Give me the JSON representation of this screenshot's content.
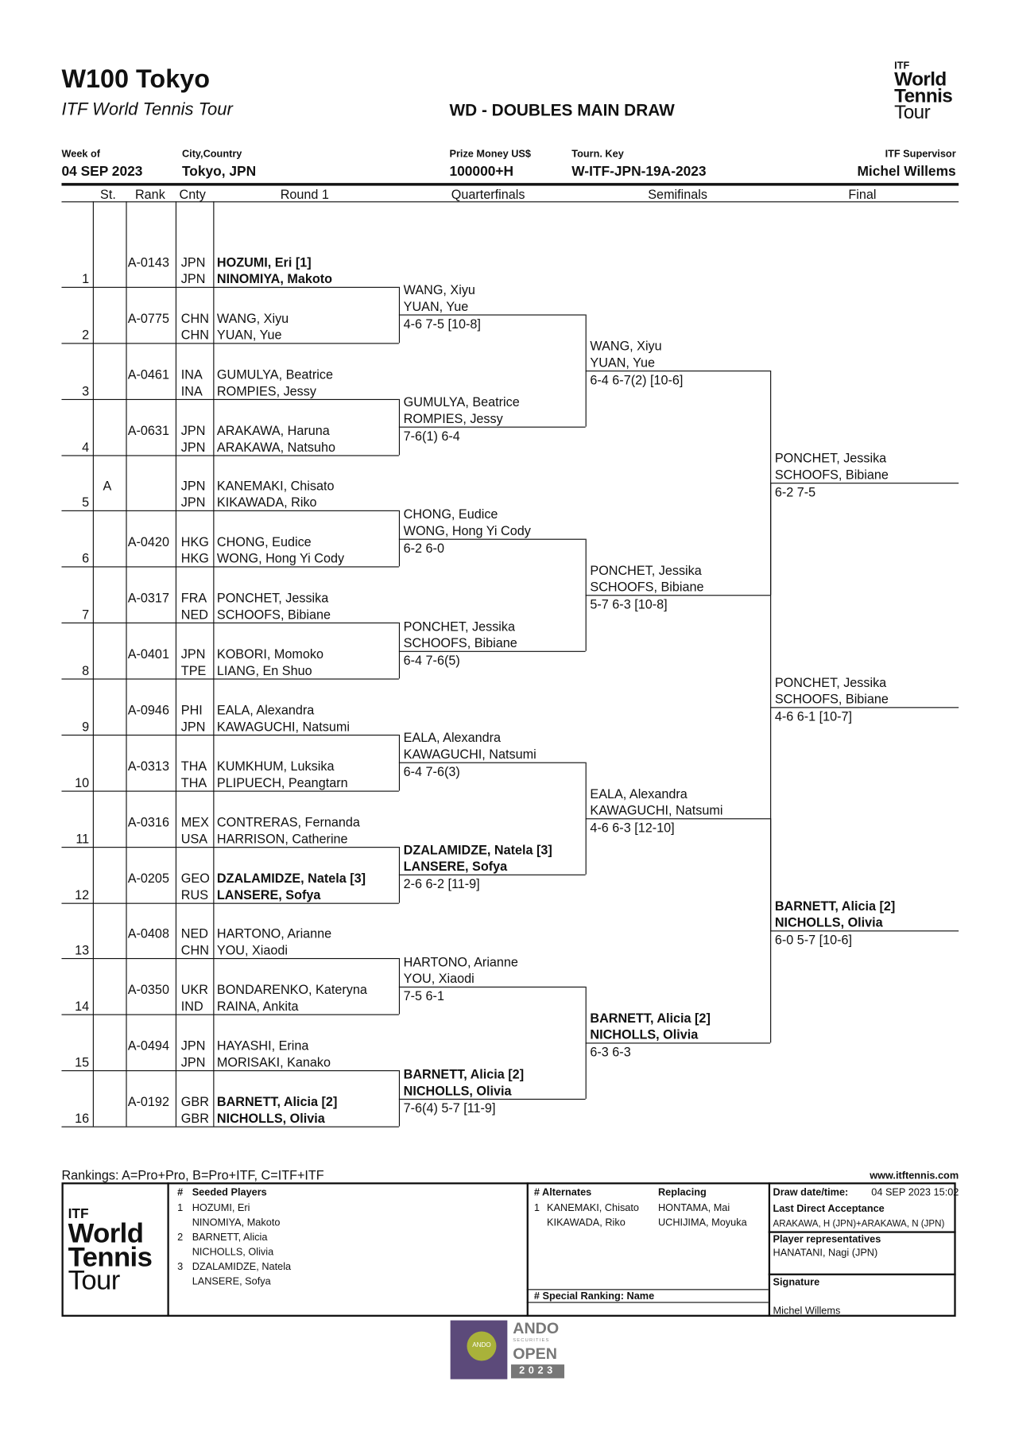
{
  "header": {
    "title": "W100 Tokyo",
    "subtitle": "ITF World Tennis Tour",
    "draw_title": "WD - DOUBLES MAIN DRAW",
    "logo": {
      "itf": "ITF",
      "line1": "World",
      "line2": "Tennis",
      "line3": "Tour"
    },
    "info": [
      {
        "label": "Week of",
        "value": "04 SEP 2023"
      },
      {
        "label": "City,Country",
        "value": "Tokyo, JPN"
      },
      {
        "label": "Prize Money US$",
        "value": "100000+H"
      },
      {
        "label": "Tourn. Key",
        "value": "W-ITF-JPN-19A-2023"
      },
      {
        "label": "ITF Supervisor",
        "value": "Michel Willems"
      }
    ],
    "columns": {
      "st": "St.",
      "rank": "Rank",
      "cnty": "Cnty",
      "r1": "Round 1",
      "qf": "Quarterfinals",
      "sf": "Semifinals",
      "f": "Final"
    }
  },
  "draw": {
    "round1": [
      {
        "no": "1",
        "st": "",
        "rank": "A-0143",
        "c1": "JPN",
        "c2": "JPN",
        "p1": "HOZUMI, Eri [1]",
        "p2": "NINOMIYA, Makoto",
        "bold": true
      },
      {
        "no": "2",
        "st": "",
        "rank": "A-0775",
        "c1": "CHN",
        "c2": "CHN",
        "p1": "WANG, Xiyu",
        "p2": "YUAN, Yue"
      },
      {
        "no": "3",
        "st": "",
        "rank": "A-0461",
        "c1": "INA",
        "c2": "INA",
        "p1": "GUMULYA, Beatrice",
        "p2": "ROMPIES, Jessy"
      },
      {
        "no": "4",
        "st": "",
        "rank": "A-0631",
        "c1": "JPN",
        "c2": "JPN",
        "p1": "ARAKAWA, Haruna",
        "p2": "ARAKAWA, Natsuho"
      },
      {
        "no": "5",
        "st": "A",
        "rank": "",
        "c1": "JPN",
        "c2": "JPN",
        "p1": "KANEMAKI, Chisato",
        "p2": "KIKAWADA, Riko"
      },
      {
        "no": "6",
        "st": "",
        "rank": "A-0420",
        "c1": "HKG",
        "c2": "HKG",
        "p1": "CHONG, Eudice",
        "p2": "WONG, Hong Yi Cody"
      },
      {
        "no": "7",
        "st": "",
        "rank": "A-0317",
        "c1": "FRA",
        "c2": "NED",
        "p1": "PONCHET, Jessika",
        "p2": "SCHOOFS, Bibiane"
      },
      {
        "no": "8",
        "st": "",
        "rank": "A-0401",
        "c1": "JPN",
        "c2": "TPE",
        "p1": "KOBORI, Momoko",
        "p2": "LIANG, En Shuo"
      },
      {
        "no": "9",
        "st": "",
        "rank": "A-0946",
        "c1": "PHI",
        "c2": "JPN",
        "p1": "EALA, Alexandra",
        "p2": "KAWAGUCHI, Natsumi"
      },
      {
        "no": "10",
        "st": "",
        "rank": "A-0313",
        "c1": "THA",
        "c2": "THA",
        "p1": "KUMKHUM, Luksika",
        "p2": "PLIPUECH, Peangtarn"
      },
      {
        "no": "11",
        "st": "",
        "rank": "A-0316",
        "c1": "MEX",
        "c2": "USA",
        "p1": "CONTRERAS, Fernanda",
        "p2": "HARRISON, Catherine"
      },
      {
        "no": "12",
        "st": "",
        "rank": "A-0205",
        "c1": "GEO",
        "c2": "RUS",
        "p1": "DZALAMIDZE, Natela [3]",
        "p2": "LANSERE, Sofya",
        "bold": true
      },
      {
        "no": "13",
        "st": "",
        "rank": "A-0408",
        "c1": "NED",
        "c2": "CHN",
        "p1": "HARTONO, Arianne",
        "p2": "YOU, Xiaodi"
      },
      {
        "no": "14",
        "st": "",
        "rank": "A-0350",
        "c1": "UKR",
        "c2": "IND",
        "p1": "BONDARENKO, Kateryna",
        "p2": "RAINA, Ankita"
      },
      {
        "no": "15",
        "st": "",
        "rank": "A-0494",
        "c1": "JPN",
        "c2": "JPN",
        "p1": "HAYASHI, Erina",
        "p2": "MORISAKI, Kanako"
      },
      {
        "no": "16",
        "st": "",
        "rank": "A-0192",
        "c1": "GBR",
        "c2": "GBR",
        "p1": "BARNETT, Alicia [2]",
        "p2": "NICHOLLS, Olivia",
        "bold": true
      }
    ],
    "quarterfinals": [
      {
        "p1": "WANG, Xiyu",
        "p2": "YUAN, Yue",
        "score": "4-6 7-5 [10-8]"
      },
      {
        "p1": "GUMULYA, Beatrice",
        "p2": "ROMPIES, Jessy",
        "score": "7-6(1) 6-4"
      },
      {
        "p1": "CHONG, Eudice",
        "p2": "WONG, Hong Yi Cody",
        "score": "6-2 6-0"
      },
      {
        "p1": "PONCHET, Jessika",
        "p2": "SCHOOFS, Bibiane",
        "score": "6-4 7-6(5)"
      },
      {
        "p1": "EALA, Alexandra",
        "p2": "KAWAGUCHI, Natsumi",
        "score": "6-4 7-6(3)"
      },
      {
        "p1": "DZALAMIDZE, Natela [3]",
        "p2": "LANSERE, Sofya",
        "score": "2-6 6-2 [11-9]",
        "bold": true
      },
      {
        "p1": "HARTONO, Arianne",
        "p2": "YOU, Xiaodi",
        "score": "7-5 6-1"
      },
      {
        "p1": "BARNETT, Alicia [2]",
        "p2": "NICHOLLS, Olivia",
        "score": "7-6(4) 5-7 [11-9]",
        "bold": true
      }
    ],
    "semifinals": [
      {
        "p1": "WANG, Xiyu",
        "p2": "YUAN, Yue",
        "score": "6-4 6-7(2) [10-6]"
      },
      {
        "p1": "PONCHET, Jessika",
        "p2": "SCHOOFS, Bibiane",
        "score": "5-7 6-3 [10-8]"
      },
      {
        "p1": "EALA, Alexandra",
        "p2": "KAWAGUCHI, Natsumi",
        "score": "4-6 6-3 [12-10]"
      },
      {
        "p1": "BARNETT, Alicia [2]",
        "p2": "NICHOLLS, Olivia",
        "score": "6-3 6-3",
        "bold": true
      }
    ],
    "final": [
      {
        "p1": "PONCHET, Jessika",
        "p2": "SCHOOFS, Bibiane",
        "score": "6-2 7-5"
      },
      {
        "p1": "BARNETT, Alicia [2]",
        "p2": "NICHOLLS, Olivia",
        "score": "6-0 5-7 [10-6]",
        "bold": true
      }
    ],
    "winner": [
      {
        "p1": "PONCHET, Jessika",
        "p2": "SCHOOFS, Bibiane",
        "score": "4-6 6-1 [10-7]"
      }
    ]
  },
  "footer": {
    "rankings_note": "Rankings: A=Pro+Pro, B=Pro+ITF, C=ITF+ITF",
    "website": "www.itftennis.com",
    "seeded": {
      "hash": "#",
      "title": "Seeded Players",
      "items": [
        {
          "n": "1",
          "p1": "HOZUMI, Eri",
          "p2": "NINOMIYA, Makoto"
        },
        {
          "n": "2",
          "p1": "BARNETT, Alicia",
          "p2": "NICHOLLS, Olivia"
        },
        {
          "n": "3",
          "p1": "DZALAMIDZE, Natela",
          "p2": "LANSERE, Sofya"
        }
      ]
    },
    "alternates": {
      "title": "# Alternates",
      "replacing": "Replacing",
      "items": [
        {
          "n": "1",
          "p1": "KANEMAKI, Chisato",
          "p2": "KIKAWADA, Riko",
          "r1": "HONTAMA, Mai",
          "r2": "UCHIJIMA, Moyuka"
        }
      ]
    },
    "special_ranking": "#  Special Ranking: Name",
    "draw_datetime_label": "Draw date/time:",
    "draw_datetime": "04 SEP 2023 15:02",
    "lda_label": "Last Direct Acceptance",
    "lda": "ARAKAWA, H (JPN)+ARAKAWA, N (JPN)",
    "reps_label": "Player representatives",
    "reps": "HANATANI, Nagi (JPN)",
    "signature_label": "Signature",
    "signature": "Michel Willems",
    "sponsor": {
      "name": "ANDO",
      "sub": "SECURITIES",
      "open": "OPEN",
      "year": "2023",
      "ball": "ANDO"
    }
  }
}
